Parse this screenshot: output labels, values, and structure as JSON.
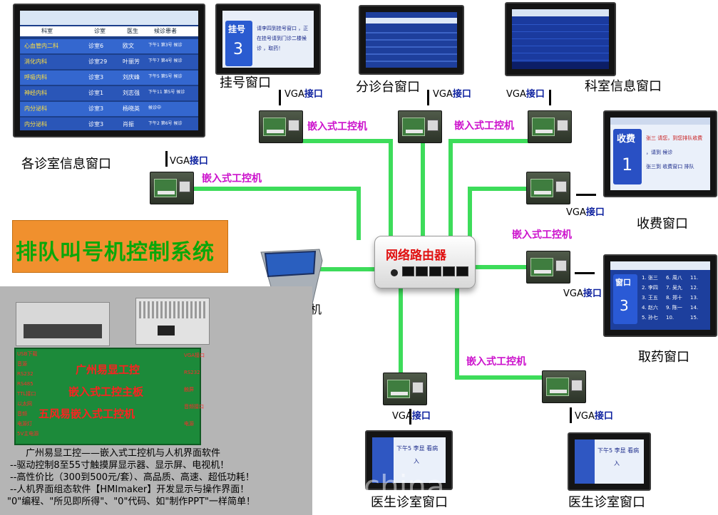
{
  "colors": {
    "link": "#3ddc5a",
    "accent": "#cc11cc",
    "vga_text": "#0b1f9e",
    "title_bg": "#f0902e",
    "title_text": "#0aa70a",
    "router_text": "#e01010"
  },
  "windows": {
    "registration": "挂号窗口",
    "triage": "分诊台窗口",
    "department": "科室信息窗口",
    "clinic_info": "各诊室信息窗口",
    "cashier": "收费窗口",
    "pharmacy": "取药窗口",
    "doctor_left": "医生诊室窗口",
    "doctor_right": "医生诊室窗口"
  },
  "vga": {
    "prefix": "VGA",
    "suffix": "接口"
  },
  "embedded_label": "嵌入式工控机",
  "router_label": "网络路由器",
  "host_label": "排队主机",
  "system_title": "排队叫号机控制系统",
  "screens": {
    "registration": {
      "badge_top": "挂号",
      "badge_num": "3",
      "text_lines": [
        "请李四到挂号窗口 ，正",
        "在挂号请到门诊二楼候",
        "诊 ，取药！"
      ]
    },
    "cashier": {
      "badge_top": "收费",
      "badge_num": "1",
      "text_lines": [
        "张三 请您，到您排队收费",
        "，请到 候诊",
        "张三到 收费窗口 排队"
      ]
    },
    "pharmacy": {
      "badge_top": "窗口",
      "badge_num": "3",
      "items": [
        "1. 张三",
        "2. 李四",
        "3. 王五",
        "4. 赵六",
        "5. 孙七",
        "6. 周八",
        "7. 吴九",
        "8. 郑十",
        "9. 陈一",
        "10.",
        "11.",
        "12.",
        "13.",
        "14.",
        "15."
      ]
    },
    "doctor": {
      "text": "下午5 李显 看病",
      "sub": "入"
    },
    "clinic_info": {
      "headers": [
        "科室",
        "诊室",
        "医生",
        "候诊患者"
      ],
      "rows": [
        [
          "心血管内二科",
          "诊室6",
          "欧文",
          "下午1 第3号 候诊"
        ],
        [
          "消化内科",
          "诊室29",
          "叶丽芳",
          "下午7 第4号 候诊"
        ],
        [
          "呼吸内科",
          "诊室3",
          "刘庆峰",
          "下午5 第5号 候诊"
        ],
        [
          "神经内科",
          "诊室1",
          "刘志强",
          "下午11 第5号 候诊"
        ],
        [
          "内分泌科",
          "诊室3",
          "杨晓英",
          "候诊中"
        ],
        [
          "内分泌科",
          "诊室3",
          "肖振",
          "下午2 第6号 候诊"
        ]
      ]
    }
  },
  "board": {
    "line1": "广州易显工控",
    "line2": "嵌入式工控主板",
    "line3": "五风易嵌入式工控机",
    "labels_left": [
      "USB下载",
      "音源",
      "RS232",
      "RS485",
      "TTL接口",
      "以太网",
      "音频",
      "电源灯",
      "5V主电源"
    ],
    "labels_right": [
      "VGA接口",
      "RS232",
      "触屏",
      "音频接口",
      "电源"
    ]
  },
  "description": [
    "广州易显工控——嵌入式工控机与人机界面软件",
    "--驱动控制8至55寸触摸屏显示器、显示屏、电视机！",
    "--高性价比（300到500元/套）、高品质、高速、超低功耗！",
    "--人机界面组态软件【HMImaker】开发显示与操作界面！",
    "\"0\"编程、\"所见即所得\"、\"0\"代码、如\"制作PPT\"一样简单！"
  ],
  "watermark": "china.cc"
}
